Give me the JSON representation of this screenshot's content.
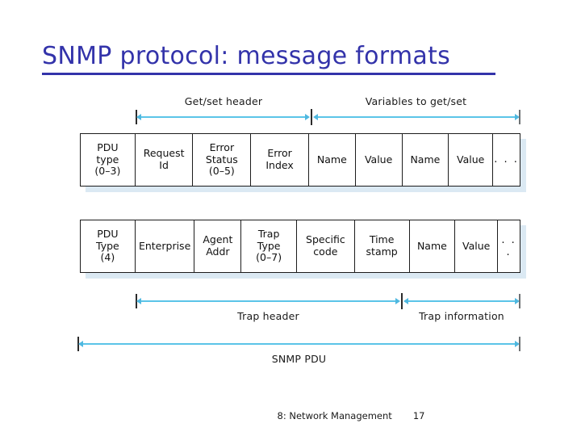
{
  "slide": {
    "title": "SNMP protocol: message formats",
    "title_color": "#3333AA",
    "arrow_color": "#5BC4E8",
    "shadow_color": "#DBE9F3"
  },
  "top_spans": [
    {
      "label": "Get/set header"
    },
    {
      "label": "Variables to get/set"
    }
  ],
  "get_set_pdu": {
    "cells": [
      {
        "text": "PDU\ntype\n(0–3)"
      },
      {
        "text": "Request\nId"
      },
      {
        "text": "Error\nStatus\n(0–5)"
      },
      {
        "text": "Error\nIndex"
      },
      {
        "text": "Name"
      },
      {
        "text": "Value"
      },
      {
        "text": "Name"
      },
      {
        "text": "Value"
      },
      {
        "text": ". . ."
      }
    ]
  },
  "trap_pdu": {
    "cells": [
      {
        "text": "PDU\nType\n(4)"
      },
      {
        "text": "Enterprise"
      },
      {
        "text": "Agent\nAddr"
      },
      {
        "text": "Trap\nType\n(0–7)"
      },
      {
        "text": "Specific\ncode"
      },
      {
        "text": "Time\nstamp"
      },
      {
        "text": "Name"
      },
      {
        "text": "Value"
      },
      {
        "text": ". . ."
      }
    ]
  },
  "bottom_spans": [
    {
      "label": "Trap header"
    },
    {
      "label": "Trap information"
    }
  ],
  "total_span": {
    "label": "SNMP PDU"
  },
  "footer": {
    "chapter": "8: Network Management",
    "page_number": "17"
  }
}
